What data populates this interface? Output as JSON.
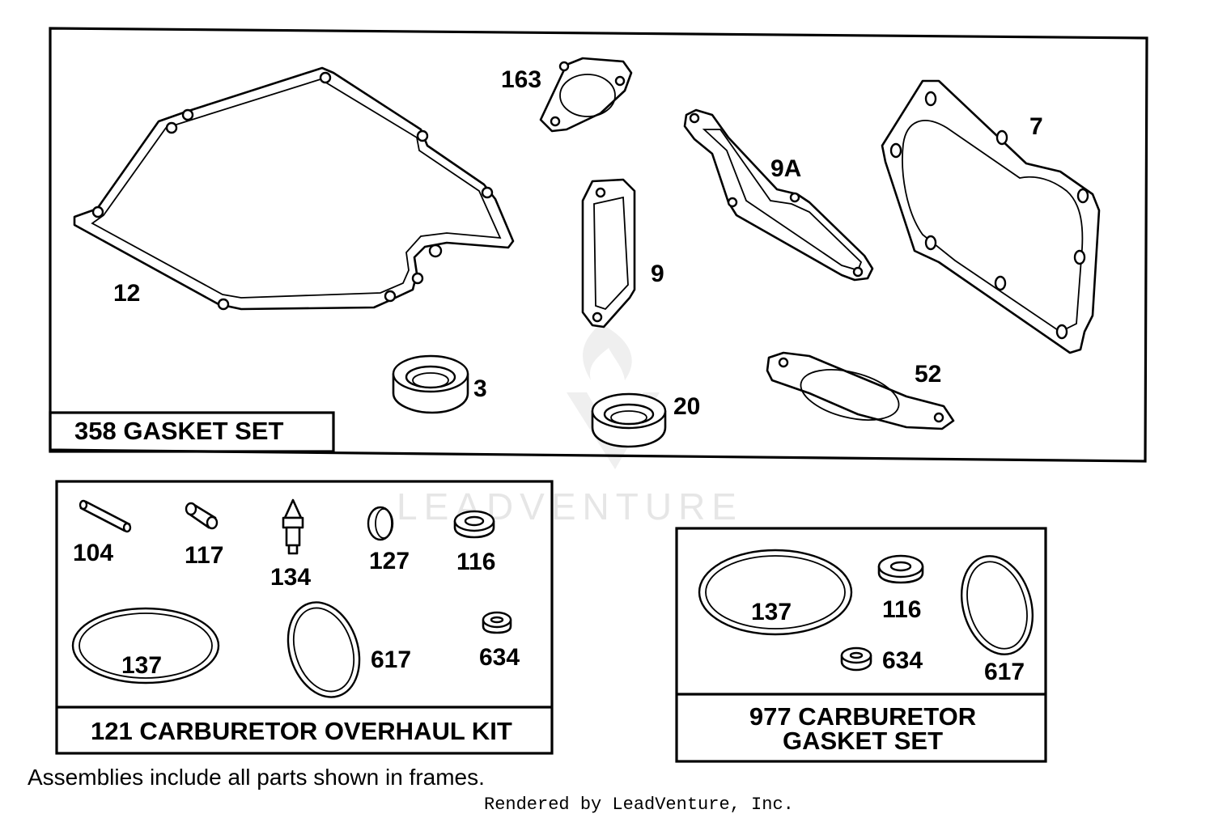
{
  "diagram": {
    "sets": {
      "gasket_set": {
        "title": "358 GASKET SET"
      },
      "carb_kit": {
        "title": "121 CARBURETOR OVERHAUL KIT"
      },
      "carb_gasket": {
        "title_line1": "977 CARBURETOR",
        "title_line2": "GASKET SET"
      }
    },
    "part_labels": {
      "p12": "12",
      "p163": "163",
      "p9a": "9A",
      "p7": "7",
      "p9": "9",
      "p3": "3",
      "p20": "20",
      "p52": "52",
      "k104": "104",
      "k117": "117",
      "k134": "134",
      "k127": "127",
      "k116": "116",
      "k137": "137",
      "k617": "617",
      "k634": "634",
      "g137": "137",
      "g116": "116",
      "g634": "634",
      "g617": "617"
    },
    "footnote": "Assemblies include all parts shown in frames.",
    "credit": "Rendered by LeadVenture, Inc.",
    "watermark": "LEADVENTURE"
  }
}
